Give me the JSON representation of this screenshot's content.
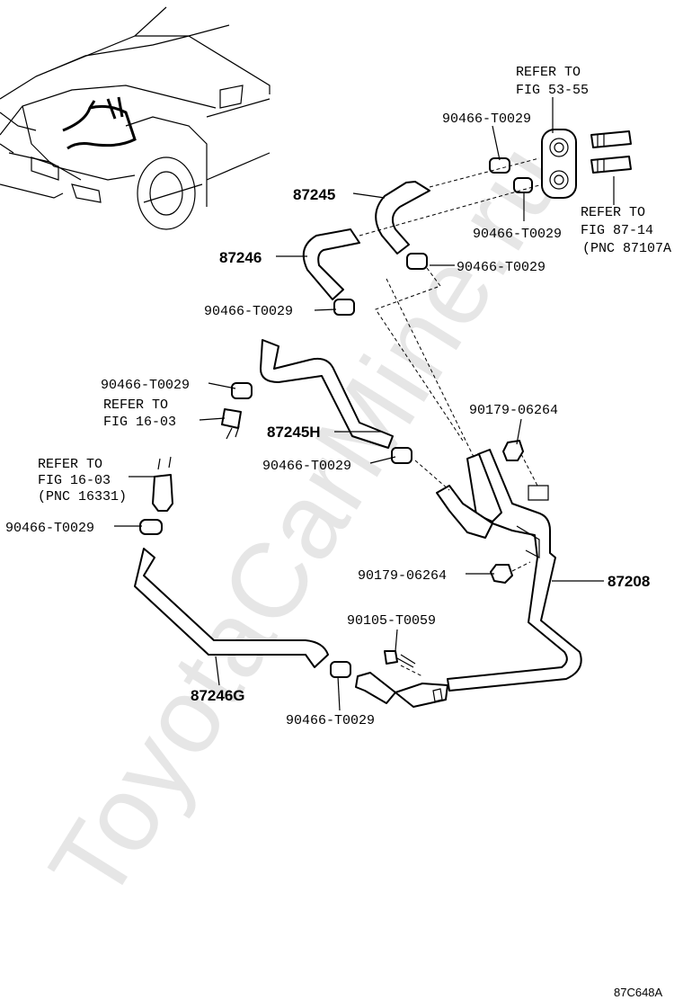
{
  "watermark": "ToyotaCarMine.ru",
  "figure_code": "87C648A",
  "labels": {
    "p87245": "87245",
    "p87246": "87246",
    "p87245h": "87245H",
    "p87246g": "87246G",
    "p87208": "87208",
    "clamp_a": "90466-T0029",
    "clamp_b": "90466-T0029",
    "clamp_c": "90466-T0029",
    "clamp_d": "90466-T0029",
    "clamp_e": "90466-T0029",
    "clamp_f": "90466-T0029",
    "clamp_g": "90466-T0029",
    "clamp_h": "90466-T0029",
    "nut_a": "90179-06264",
    "nut_b": "90179-06264",
    "bolt": "90105-T0059"
  },
  "refs": {
    "ref1_l1": "REFER TO",
    "ref1_l2": "FIG 53-55",
    "ref2_l1": "REFER TO",
    "ref2_l2": "FIG 87-14",
    "ref2_l3": "(PNC 87107A",
    "ref3_l1": "REFER TO",
    "ref3_l2": "FIG 16-03",
    "ref4_l1": "REFER TO",
    "ref4_l2": "FIG 16-03",
    "ref4_l3": "(PNC 16331)"
  }
}
